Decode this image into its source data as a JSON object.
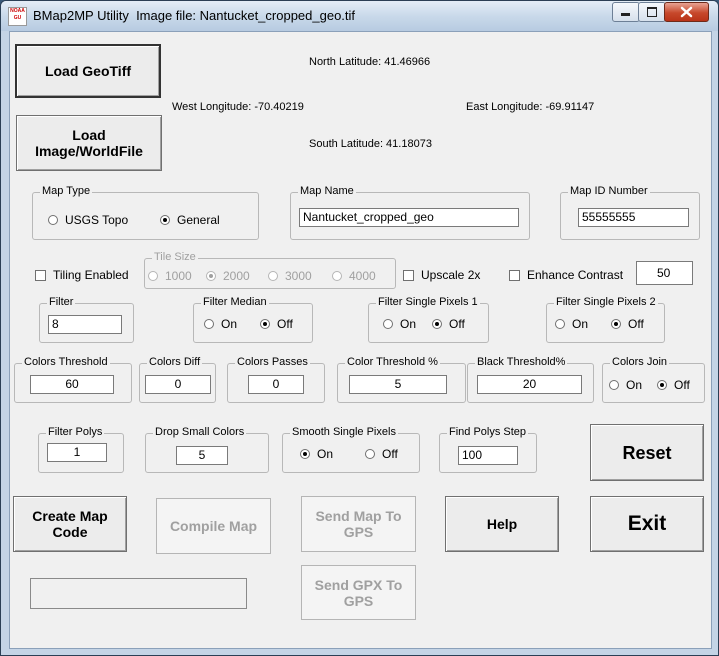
{
  "window": {
    "title": "BMap2MP Utility  Image file: Nantucket_cropped_geo.tif",
    "icon_text": "NOAA GU",
    "controls": [
      "minimize-icon",
      "maximize-icon",
      "close-icon"
    ]
  },
  "buttons": {
    "load_geotiff": "Load GeoTiff",
    "load_image": "Load Image/WorldFile",
    "reset": "Reset",
    "create_map_code": "Create Map Code",
    "compile_map": "Compile Map",
    "send_map": "Send Map To GPS",
    "help": "Help",
    "exit": "Exit",
    "send_gpx": "Send GPX To GPS"
  },
  "coords": {
    "north": "North Latitude: 41.46966",
    "west": "West Longitude: -70.40219",
    "east": "East Longitude: -69.91147",
    "south": "South Latitude: 41.18073"
  },
  "map_type": {
    "legend": "Map Type",
    "opt1": "USGS Topo",
    "opt2": "General",
    "selected": "General"
  },
  "map_name": {
    "legend": "Map Name",
    "value": "Nantucket_cropped_geo"
  },
  "map_id": {
    "legend": "Map ID Number",
    "value": "55555555"
  },
  "tiling": {
    "label": "Tiling Enabled",
    "checked": false
  },
  "tile_size": {
    "legend": "Tile Size",
    "options": [
      "1000",
      "2000",
      "3000",
      "4000"
    ],
    "selected": "2000"
  },
  "upscale": {
    "label": "Upscale 2x",
    "checked": false
  },
  "enhance": {
    "label": "Enhance Contrast",
    "checked": false,
    "value": "50"
  },
  "filter": {
    "legend": "Filter",
    "value": "8"
  },
  "filter_median": {
    "legend": "Filter Median",
    "on": "On",
    "off": "Off",
    "selected": "Off"
  },
  "filter_single1": {
    "legend": "Filter Single Pixels 1",
    "on": "On",
    "off": "Off",
    "selected": "Off"
  },
  "filter_single2": {
    "legend": "Filter Single Pixels 2",
    "on": "On",
    "off": "Off",
    "selected": "Off"
  },
  "colors_threshold": {
    "legend": "Colors Threshold",
    "value": "60"
  },
  "colors_diff": {
    "legend": "Colors Diff",
    "value": "0"
  },
  "colors_passes": {
    "legend": "Colors Passes",
    "value": "0"
  },
  "color_threshold_pct": {
    "legend": "Color Threshold %",
    "value": "5"
  },
  "black_threshold": {
    "legend": "Black Threshold%",
    "value": "20"
  },
  "colors_join": {
    "legend": "Colors Join",
    "on": "On",
    "off": "Off",
    "selected": "Off"
  },
  "filter_polys": {
    "legend": "Filter Polys",
    "value": "1"
  },
  "drop_small": {
    "legend": "Drop Small Colors",
    "value": "5"
  },
  "smooth_single": {
    "legend": "Smooth Single Pixels",
    "on": "On",
    "off": "Off",
    "selected": "On"
  },
  "find_polys_step": {
    "legend": "Find Polys Step",
    "value": "100"
  },
  "status": {
    "value": ""
  }
}
